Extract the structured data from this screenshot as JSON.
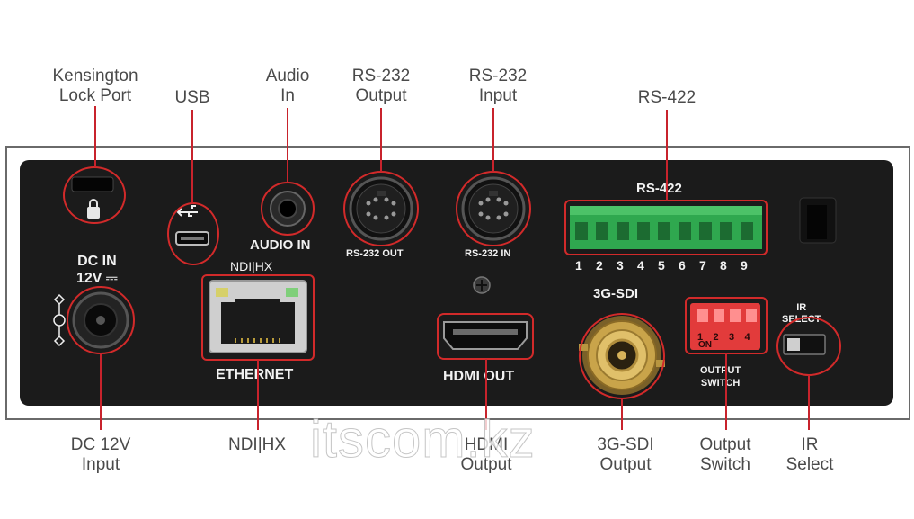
{
  "callouts": {
    "kensington": [
      "Kensington",
      "Lock Port"
    ],
    "usb": "USB",
    "audio": [
      "Audio",
      "In"
    ],
    "rs232_out": [
      "RS-232",
      "Output"
    ],
    "rs232_in": [
      "RS-232",
      "Input"
    ],
    "rs422": "RS-422",
    "dc": [
      "DC 12V",
      "Input"
    ],
    "ndi": "NDI|HX",
    "hdmi": [
      "HDMI",
      "Output"
    ],
    "sdi": [
      "3G-SDI",
      "Output"
    ],
    "output_switch": [
      "Output",
      "Switch"
    ],
    "ir": [
      "IR",
      "Select"
    ]
  },
  "panel": {
    "dc_in": [
      "DC IN",
      "12V ⎓"
    ],
    "audio_in": "AUDIO IN",
    "rs232_out": "RS-232 OUT",
    "rs232_in": "RS-232 IN",
    "rs422": "RS-422",
    "terminal_numbers": [
      "1",
      "2",
      "3",
      "4",
      "5",
      "6",
      "7",
      "8",
      "9"
    ],
    "ndi_hx": "NDI|HX",
    "ethernet": "ETHERNET",
    "hdmi_out": "HDMI OUT",
    "sdi": "3G-SDI",
    "dip_numbers": [
      "1",
      "2",
      "3",
      "4"
    ],
    "dip_on": "ON",
    "output_switch": [
      "OUTPUT",
      "SWITCH"
    ],
    "ir_select": [
      "IR",
      "SELECT"
    ]
  },
  "watermark": "itscom.kz",
  "colors": {
    "callout_red": "#c8232c",
    "panel": "#1b1b1b",
    "terminal_green": "#2fa84f",
    "dip_red": "#e23b3b",
    "sdi_gold": "#c9a44a"
  }
}
